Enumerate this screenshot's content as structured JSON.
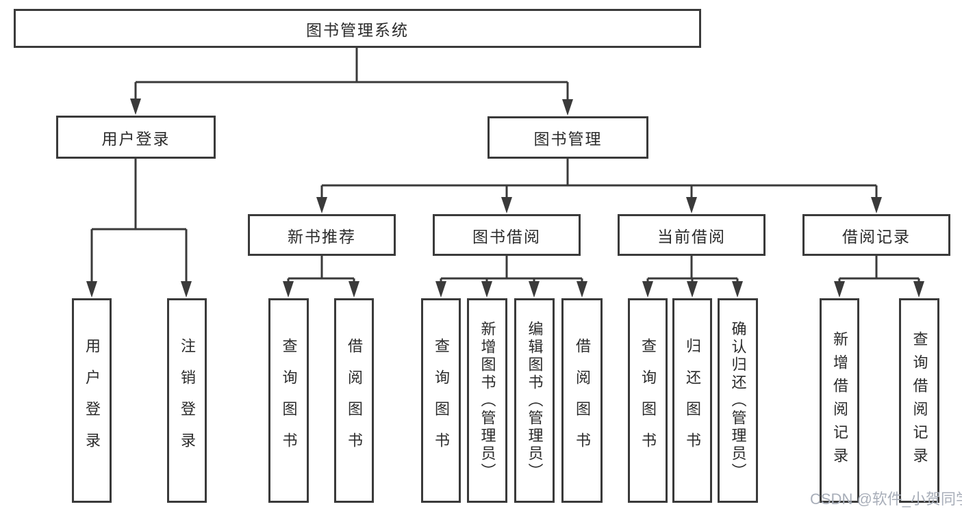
{
  "tree": {
    "label": "图书管理系统",
    "children": [
      {
        "label": "用户登录",
        "children": [
          {
            "label": "用户登录"
          },
          {
            "label": "注销登录"
          }
        ]
      },
      {
        "label": "图书管理",
        "children": [
          {
            "label": "新书推荐",
            "children": [
              {
                "label": "查询图书"
              },
              {
                "label": "借阅图书"
              }
            ]
          },
          {
            "label": "图书借阅",
            "children": [
              {
                "label": "查询图书"
              },
              {
                "label": "新增图书（管理员）"
              },
              {
                "label": "编辑图书（管理员）"
              },
              {
                "label": "借阅图书"
              }
            ]
          },
          {
            "label": "当前借阅",
            "children": [
              {
                "label": "查询图书"
              },
              {
                "label": "归还图书"
              },
              {
                "label": "确认归还（管理员）"
              }
            ]
          },
          {
            "label": "借阅记录",
            "children": [
              {
                "label": "新增借阅记录"
              },
              {
                "label": "查询借阅记录"
              }
            ]
          }
        ]
      }
    ]
  },
  "watermark": {
    "text": "CSDN @软件_小贺同学"
  },
  "colors": {
    "line": "#3a3a3a",
    "text": "#2b2b2b",
    "box_bg": "#ffffff",
    "watermark": "#a8aeb9",
    "background": "#ffffff"
  }
}
